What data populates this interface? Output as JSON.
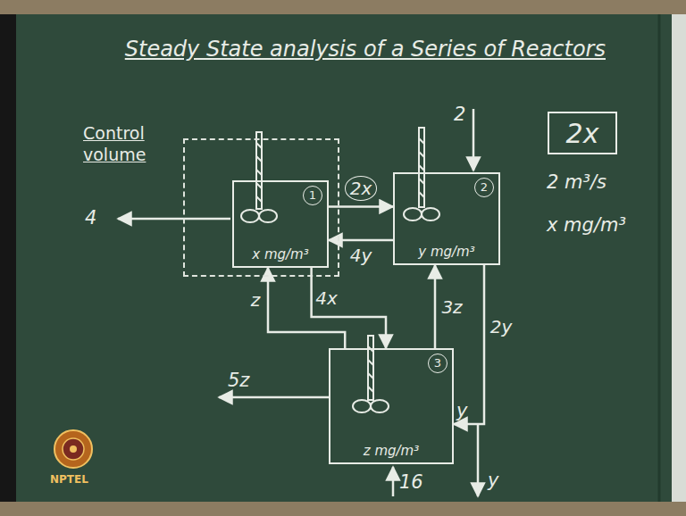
{
  "diagram": {
    "title": "Steady State analysis of a Series of Reactors",
    "nodes": [
      {
        "text": [
          "Control volume"
        ]
      },
      {
        "text": [
          "1",
          "x mg/m³"
        ],
        "in": 0
      },
      {
        "text": [
          "2",
          "y mg/m³"
        ]
      },
      {
        "text": [
          "3",
          "z mg/m³"
        ]
      },
      {
        "text": [
          "2x"
        ]
      }
    ],
    "edges": [
      {
        "from": 1,
        "to": 2,
        "arrow": "to",
        "label": "2x"
      },
      {
        "from": 2,
        "to": 1,
        "arrow": "to",
        "label": "4y"
      },
      {
        "from": 1,
        "to": 3,
        "arrow": "to",
        "label": "4x"
      },
      {
        "from": 3,
        "to": 1,
        "arrow": "to",
        "label": "z"
      },
      {
        "from": 3,
        "to": 2,
        "arrow": "to",
        "label": "3z"
      },
      {
        "from": 2,
        "to": 3,
        "arrow": "to",
        "label": "2y"
      }
    ],
    "labels": [
      "4",
      "2",
      "5z",
      "16",
      "y",
      "y",
      "2 m³/s",
      "x mg/m³",
      "NPTEL"
    ]
  }
}
